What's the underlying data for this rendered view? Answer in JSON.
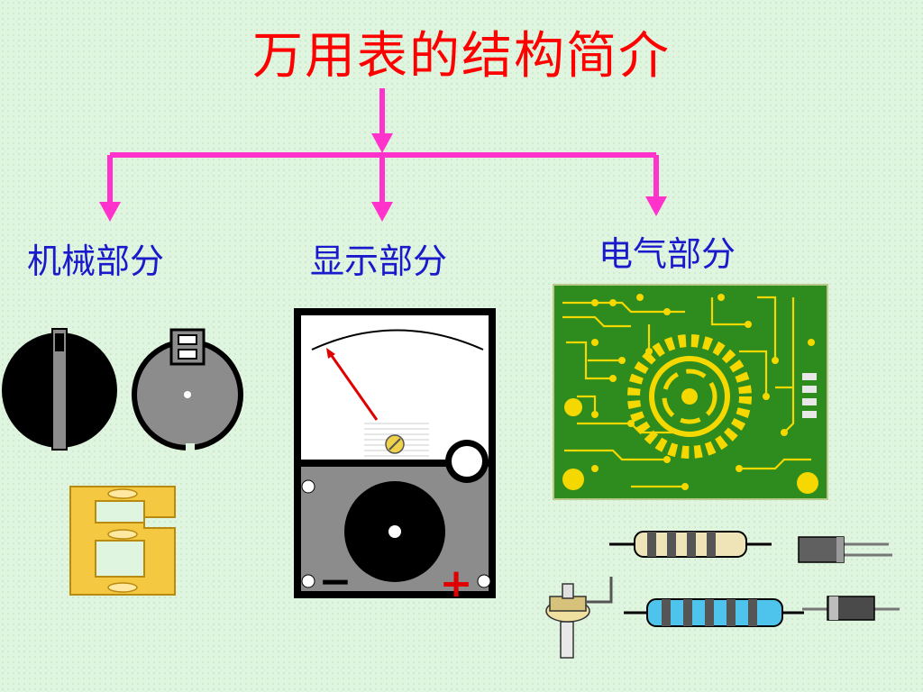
{
  "title": "万用表的结构简介",
  "branches": {
    "mechanical": "机械部分",
    "display": "显示部分",
    "electrical": "电气部分"
  },
  "meter": {
    "minus": "−",
    "plus": "+"
  },
  "colors": {
    "title": "#ff0000",
    "labels": "#1a1acc",
    "arrows": "#ff33cc",
    "board": "#2e8b1e",
    "traces": "#f5d800"
  }
}
